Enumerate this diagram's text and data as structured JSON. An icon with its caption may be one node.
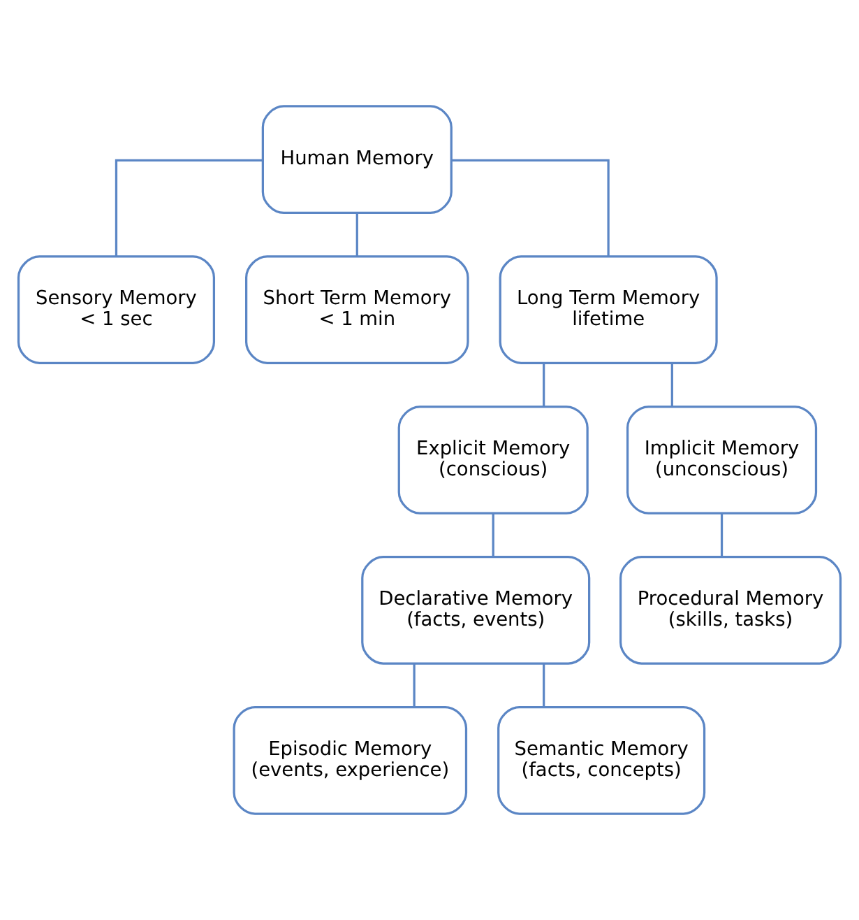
{
  "diagram": {
    "nodes": [
      {
        "text": [
          "Human Memory"
        ]
      },
      {
        "text": [
          "Sensory Memory",
          "< 1 sec"
        ]
      },
      {
        "text": [
          "Short Term Memory",
          "< 1 min"
        ]
      },
      {
        "text": [
          "Long Term Memory",
          "lifetime"
        ]
      },
      {
        "text": [
          "Explicit Memory",
          "(conscious)"
        ]
      },
      {
        "text": [
          "Implicit Memory",
          "(unconscious)"
        ]
      },
      {
        "text": [
          "Declarative Memory",
          "(facts, events)"
        ]
      },
      {
        "text": [
          "Procedural Memory",
          "(skills, tasks)"
        ]
      },
      {
        "text": [
          "Episodic Memory",
          "(events, experience)"
        ]
      },
      {
        "text": [
          "Semantic Memory",
          "(facts, concepts)"
        ]
      }
    ],
    "edges": [
      {
        "from": 0,
        "to": 1,
        "arrow": "none"
      },
      {
        "from": 0,
        "to": 2,
        "arrow": "none"
      },
      {
        "from": 0,
        "to": 3,
        "arrow": "none"
      },
      {
        "from": 3,
        "to": 4,
        "arrow": "none"
      },
      {
        "from": 3,
        "to": 5,
        "arrow": "none"
      },
      {
        "from": 4,
        "to": 6,
        "arrow": "none"
      },
      {
        "from": 5,
        "to": 7,
        "arrow": "none"
      },
      {
        "from": 6,
        "to": 8,
        "arrow": "none"
      },
      {
        "from": 6,
        "to": 9,
        "arrow": "none"
      }
    ]
  }
}
